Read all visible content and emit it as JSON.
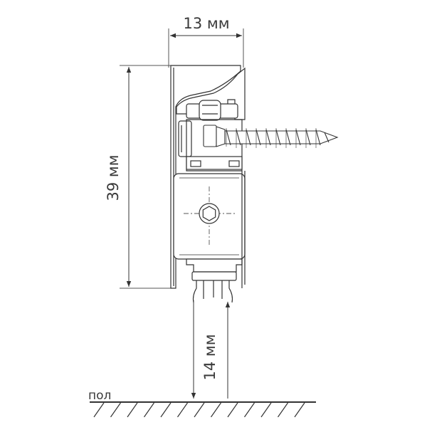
{
  "dimensions": {
    "width_label": "13 мм",
    "height_label": "39 мм",
    "gap_label": "14 мм"
  },
  "floor": {
    "label": "пол"
  },
  "colors": {
    "line": "#333333",
    "thin": "#555555",
    "text": "#3a3a3a",
    "body_fill": "#ffffff"
  }
}
